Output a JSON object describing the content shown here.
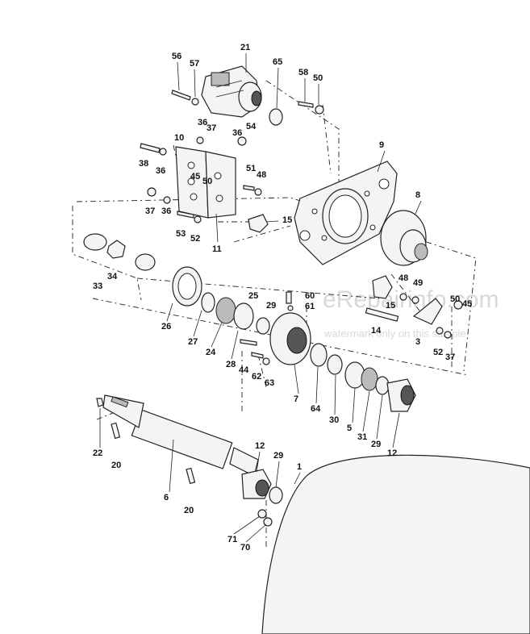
{
  "watermark": {
    "brand": "eRepairinfo.com",
    "note": "watermark only on this sample"
  },
  "callouts": [
    "56",
    "57",
    "21",
    "65",
    "58",
    "50",
    "36",
    "37",
    "10",
    "36",
    "54",
    "9",
    "38",
    "36",
    "45",
    "50",
    "51",
    "48",
    "8",
    "37",
    "36",
    "53",
    "52",
    "11",
    "15",
    "34",
    "33",
    "25",
    "60",
    "61",
    "48",
    "49",
    "15",
    "50",
    "45",
    "26",
    "27",
    "24",
    "28",
    "29",
    "44",
    "62",
    "63",
    "14",
    "3",
    "52",
    "37",
    "7",
    "64",
    "30",
    "5",
    "31",
    "29",
    "12",
    "22",
    "20",
    "6",
    "12",
    "29",
    "1",
    "20",
    "71",
    "70"
  ]
}
